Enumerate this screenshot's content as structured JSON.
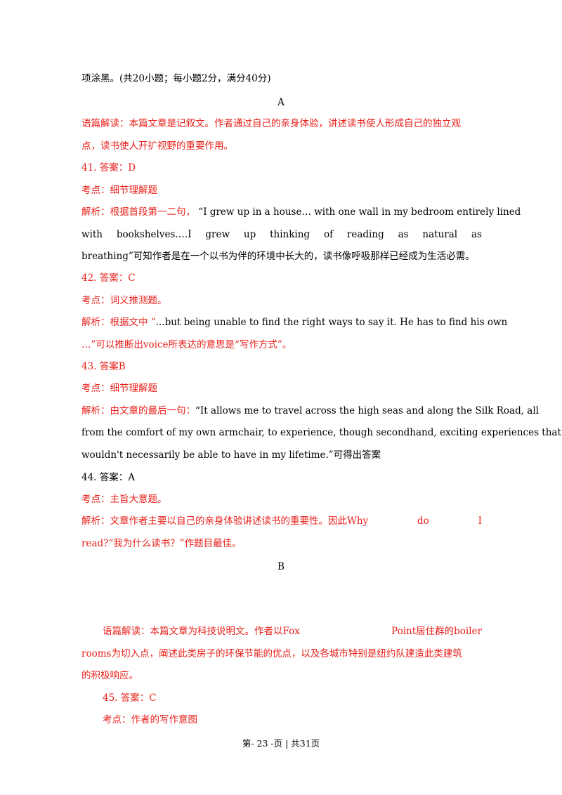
{
  "intro": "项涂黑。(共20小题；每小题2分，满分40分)",
  "section_a": "A",
  "a_summary_1": "语篇解读：本篇文章是记叙文。作者通过自己的亲身体验，讲述读书使人形成自己的独立观",
  "a_summary_2": "点，读书使人开扩视野的重要作用。",
  "q41": {
    "answer": "41. 答案：D",
    "point": "考点：细节理解题",
    "analysis_1": "解析：根据首段第一二句， “I grew up in a house… with one wall in my bedroom entirely lined",
    "analysis_2_words": [
      "with",
      "bookshelves.…I",
      "grew",
      "up",
      "thinking",
      "of",
      "reading",
      "as",
      "natural",
      "as"
    ],
    "analysis_3": "breathing”可知作者是在一个以书为伴的环境中长大的，读书像呼吸那样已经成为生活必需。"
  },
  "q42": {
    "answer": "42. 答案：C",
    "point": "考点：词义推测题。",
    "analysis_1": "解析：根据文中 “...but being unable to find the right ways to say it. He has to find his own",
    "analysis_2": "…”可以推断出voice所表达的意思是“写作方式”。"
  },
  "q43": {
    "answer": "43. 答案B",
    "point": "考点：细节理解题",
    "analysis_1": "解析：由文章的最后一句：“It allows me to travel across the high seas and along the Silk Road, all",
    "analysis_2": "from the comfort of my own armchair, to experience, though secondhand, exciting experiences that I",
    "analysis_3": "wouldn't necessarily be able to have in my lifetime.”可得出答案"
  },
  "q44": {
    "answer": "44. 答案：A",
    "point": "考点：主旨大意题。",
    "analysis_1_words": [
      "解析：文章作者主要以自己的亲身体验讲述读书的重要性。因此Why",
      "do",
      "I"
    ],
    "analysis_2": "read?“我为什么读书？”作题目最佳。"
  },
  "section_b": "B",
  "b_summary_1_left": "语篇解读：本篇文章为科技说明文。作者以Fox",
  "b_summary_1_right": "Point居住群的boiler",
  "b_summary_2": "rooms为切入点，阐述此类房子的环保节能的优点，以及各城市特别是纽约队建造此类建筑",
  "b_summary_3": "的积极响应。",
  "q45": {
    "answer": "45. 答案：C",
    "point": "考点：作者的写作意图"
  },
  "footer": "第- 23 -页 | 共31页"
}
